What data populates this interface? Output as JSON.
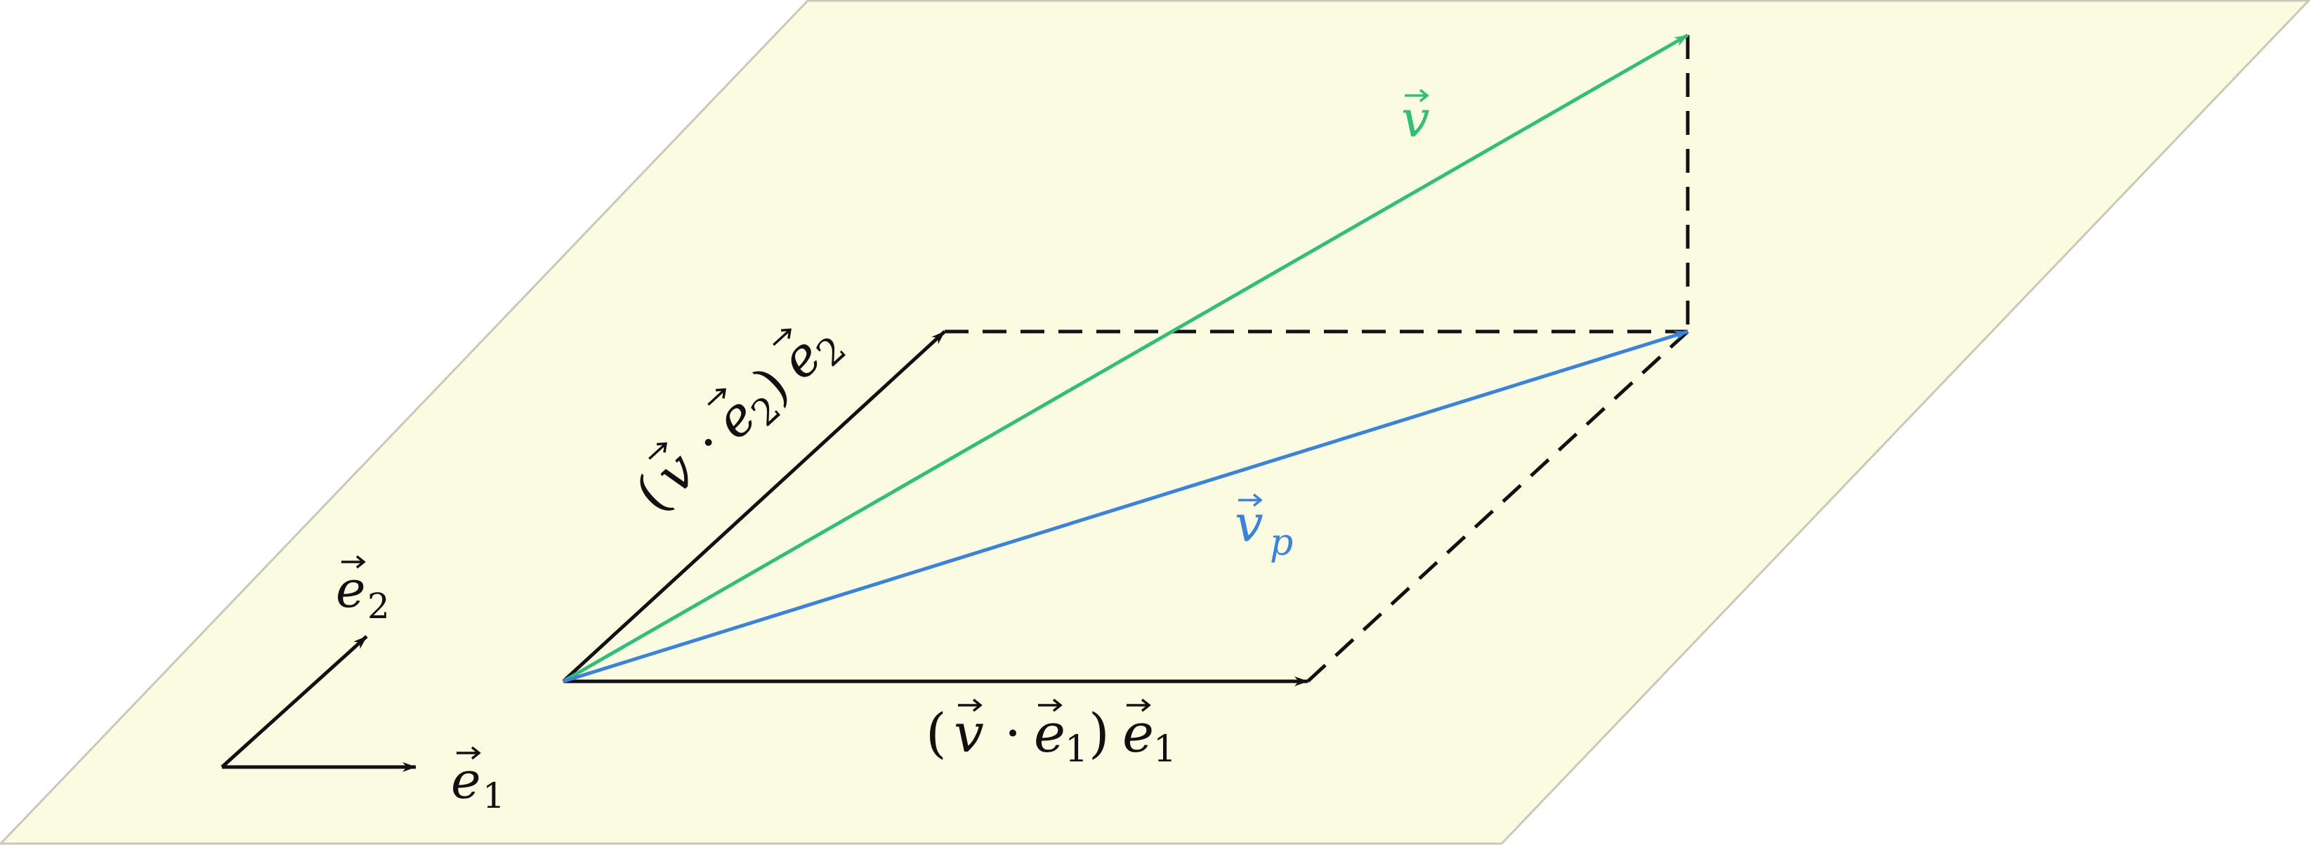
{
  "colors": {
    "plane_fill": "#fbfbe2",
    "plane_stroke": "#c9c9b8",
    "black": "#111111",
    "green": "#2fbf78",
    "blue": "#3a83dd"
  },
  "labels": {
    "e1": {
      "base": "e",
      "sub": "1"
    },
    "e2": {
      "base": "e",
      "sub": "2"
    },
    "v": {
      "base": "v"
    },
    "vp": {
      "base": "v",
      "sub": "p"
    },
    "comp1": {
      "open": "(",
      "v": "v",
      "dot": "·",
      "e": "e",
      "sub": "1",
      "close": ")",
      "e_after": "e",
      "sub_after": "1"
    },
    "comp2": {
      "open": "(",
      "v": "v",
      "dot": "·",
      "e": "e",
      "sub": "2",
      "close": ")",
      "e_after": "e",
      "sub_after": "2"
    }
  }
}
